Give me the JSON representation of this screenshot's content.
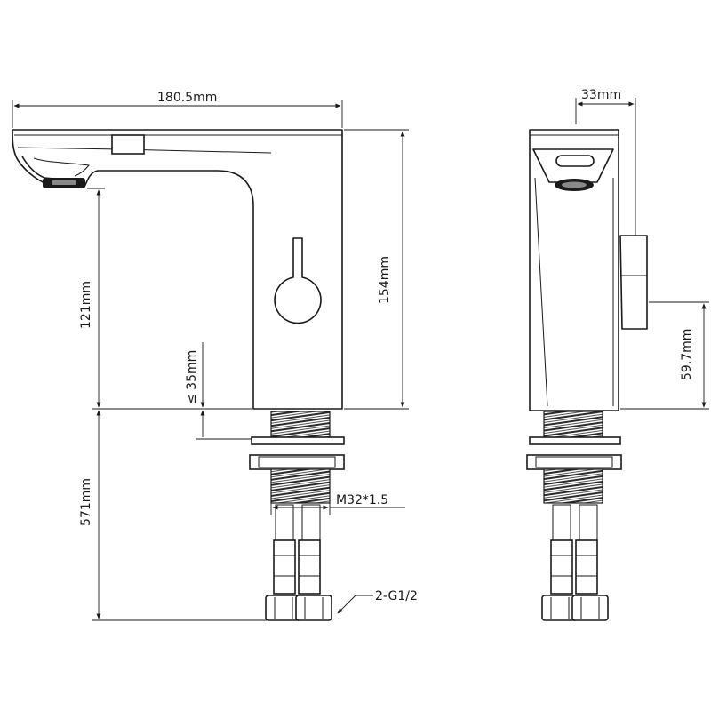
{
  "dimensions": {
    "total_length": "180.5mm",
    "body_depth": "33mm",
    "spout_height": "121mm",
    "body_height": "154mm",
    "deck_thickness": "≤ 35mm",
    "hose_length": "571mm",
    "thread_size": "M32*1.5",
    "side_height": "59.7mm",
    "hose_connector": "2-G1/2"
  }
}
